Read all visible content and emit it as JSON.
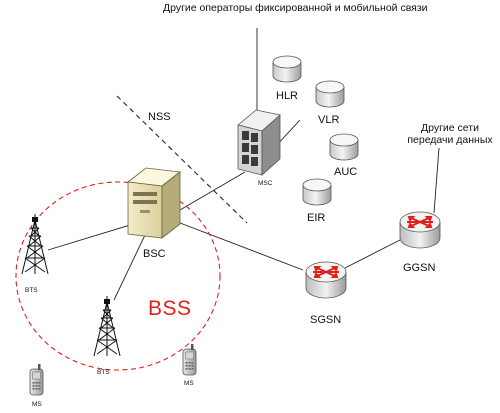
{
  "labels": {
    "other_operators": "Другие операторы фиксированной и мобильной связи",
    "other_networks": "Другие сети передачи данных",
    "nss": "NSS",
    "bss": "BSS",
    "hlr": "HLR",
    "vlr": "VLR",
    "auc": "AUC",
    "eir": "EIR",
    "msc": "MSC",
    "bsc": "BSC",
    "sgsn": "SGSN",
    "ggsn": "GGSN",
    "bts_left": "BTS",
    "bts_bottom": "BTS",
    "ms_right": "MS",
    "ms_left": "MS"
  },
  "colors": {
    "bss_circle": "#e0201b",
    "router_arrows": "#e0201b",
    "lines": "#222222",
    "db_fill": "#dcdcdc"
  }
}
